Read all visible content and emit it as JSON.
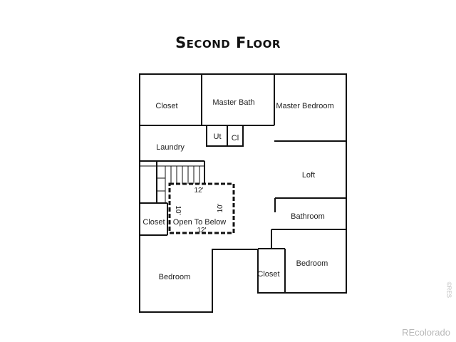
{
  "title": "Second Floor",
  "rooms": {
    "closet_top": "Closet",
    "master_bath": "Master Bath",
    "master_bedroom": "Master Bedroom",
    "ut": "Ut",
    "cl": "Cl",
    "laundry": "Laundry",
    "loft": "Loft",
    "closet_left": "Closet",
    "open_to_below": "Open To Below",
    "bathroom": "Bathroom",
    "bedroom_left": "Bedroom",
    "closet_bottom": "Closet",
    "bedroom_right": "Bedroom"
  },
  "dimensions": {
    "top": "12'",
    "bottom": "12'",
    "left": "10'",
    "right": "10'"
  },
  "watermark": "REcolorado",
  "side_mark": "©RES"
}
